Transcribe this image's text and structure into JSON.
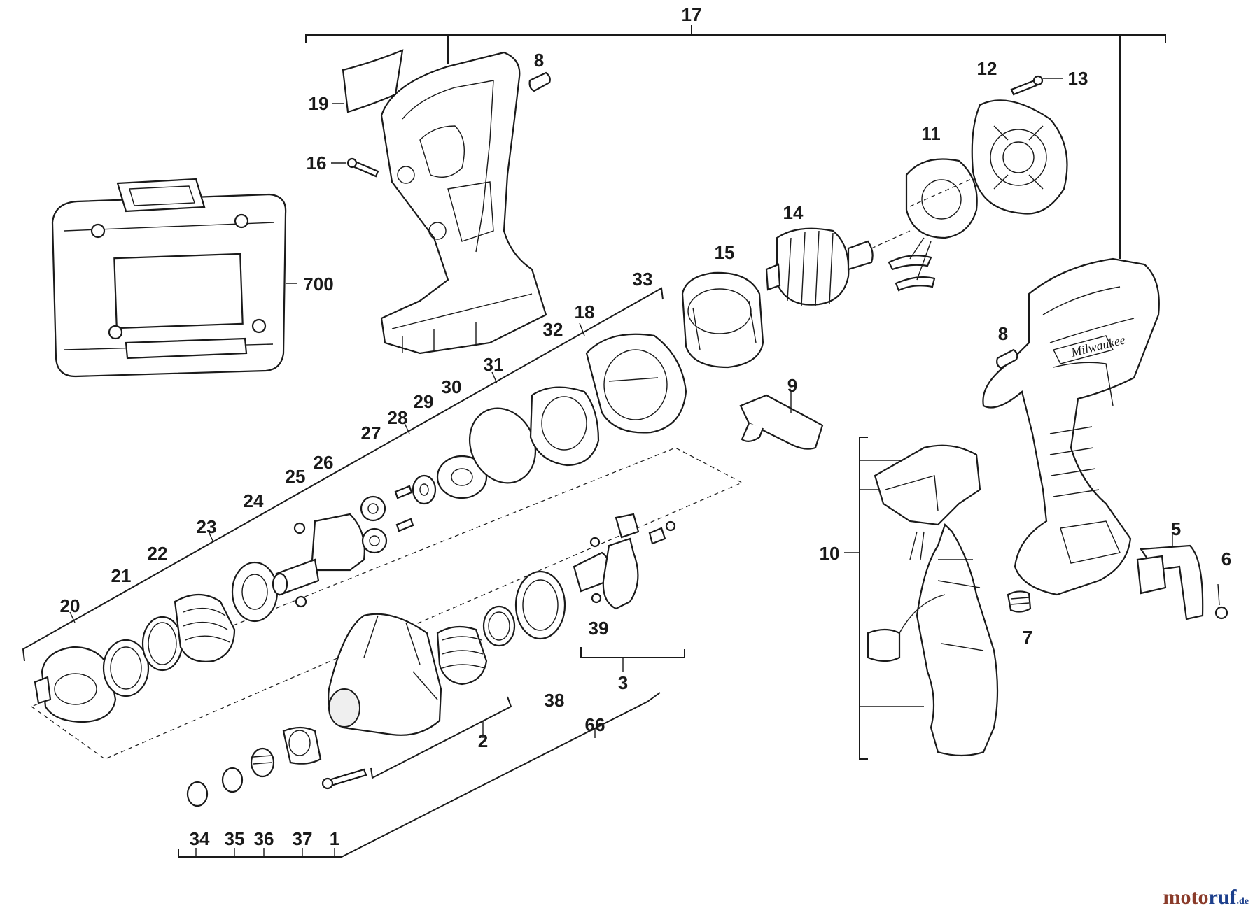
{
  "labels": {
    "l17": "17",
    "l8a": "8",
    "l19": "19",
    "l16": "16",
    "l12": "12",
    "l13": "13",
    "l11": "11",
    "l14": "14",
    "l15": "15",
    "l700": "700",
    "l33": "33",
    "l18": "18",
    "l32": "32",
    "l31": "31",
    "l30": "30",
    "l29": "29",
    "l28": "28",
    "l27": "27",
    "l26": "26",
    "l25": "25",
    "l24": "24",
    "l23": "23",
    "l22": "22",
    "l21": "21",
    "l20": "20",
    "l8b": "8",
    "l9": "9",
    "l10": "10",
    "l5": "5",
    "l6": "6",
    "l7": "7",
    "l39": "39",
    "l3": "3",
    "l38": "38",
    "l66": "66",
    "l2": "2",
    "l34": "34",
    "l35": "35",
    "l36": "36",
    "l37": "37",
    "l1": "1"
  },
  "logo": {
    "main_a": "moto",
    "main_b": "ruf",
    "suffix": ".de"
  }
}
